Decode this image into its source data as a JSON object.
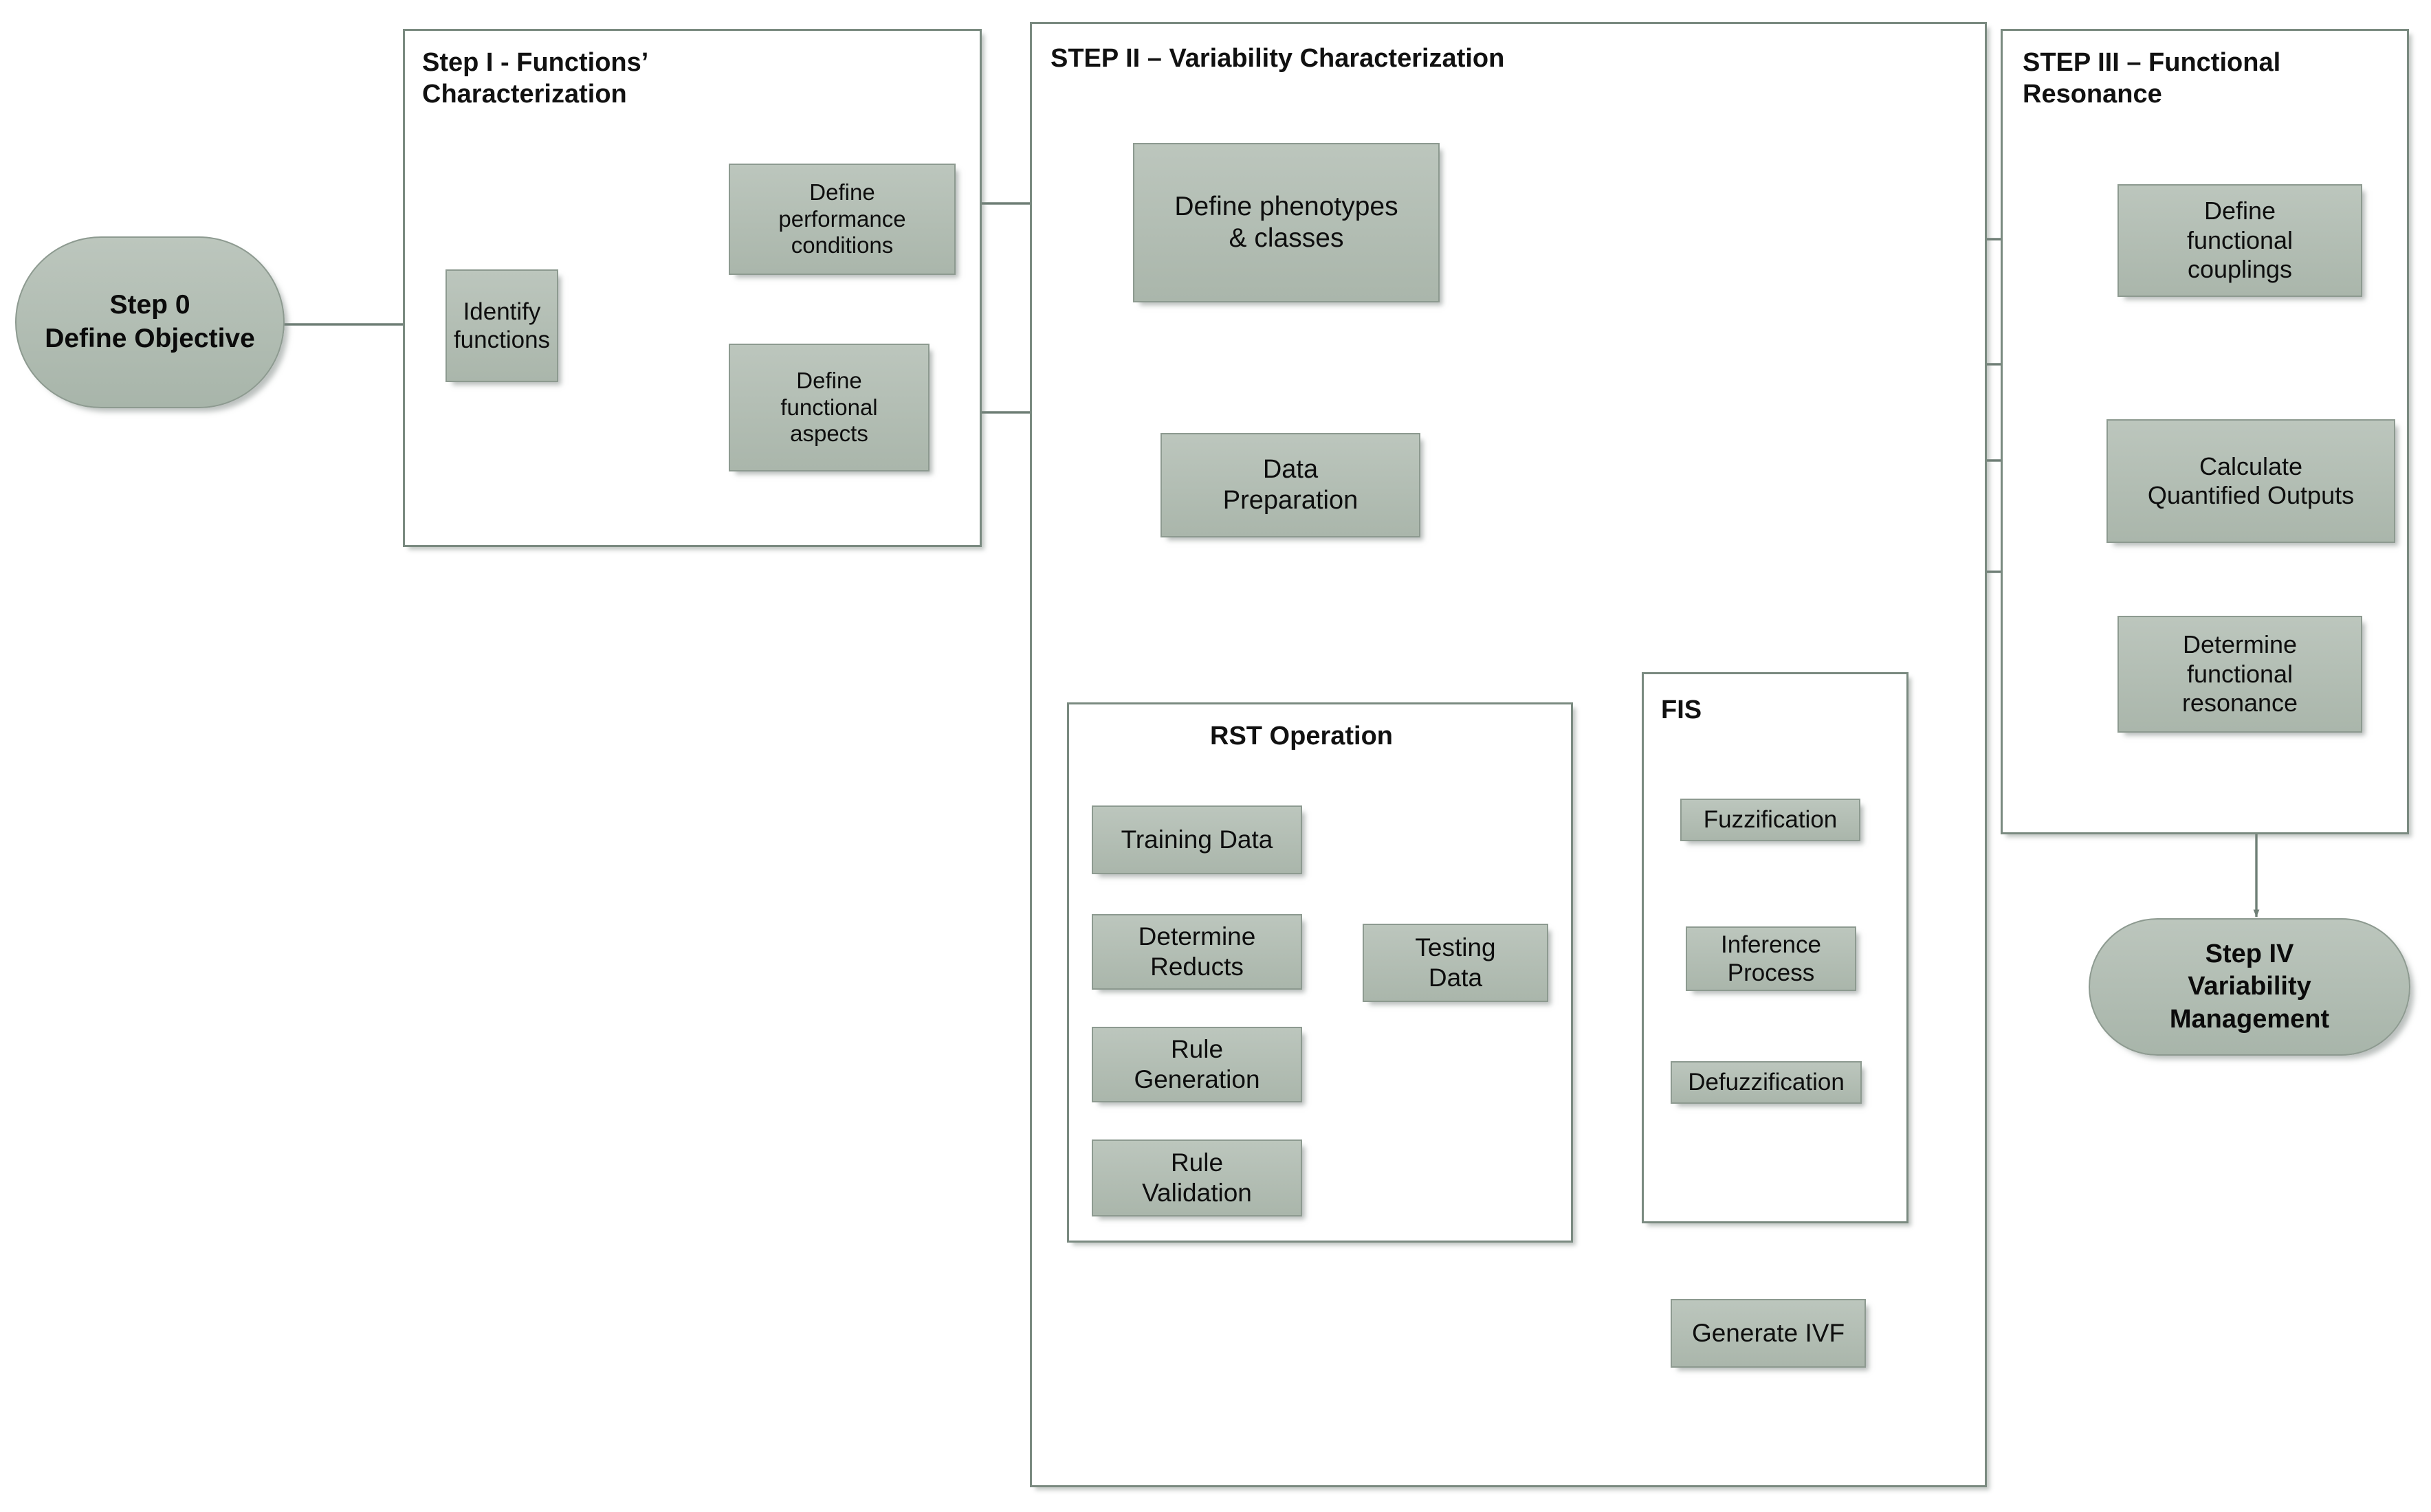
{
  "diagram": {
    "title_present": false,
    "colors": {
      "node_fill_top": "#bcc6bd",
      "node_fill_bottom": "#aab6ab",
      "node_border": "#8d9a90",
      "container_border": "#7a8a80",
      "connector": "#6f7f76",
      "text": "#0e0e0e",
      "background": "#ffffff"
    }
  },
  "groups": [
    {
      "id": "step1",
      "title": "Step I - Functions’\nCharacterization"
    },
    {
      "id": "step2",
      "title": "STEP II – Variability Characterization"
    },
    {
      "id": "step3",
      "title": "STEP III – Functional\nResonance"
    },
    {
      "id": "rst",
      "title": "RST Operation"
    },
    {
      "id": "fis",
      "title": "FIS"
    }
  ],
  "nodes": {
    "step0": "Step 0\nDefine Objective",
    "identify": "Identify\nfunctions",
    "perf_conditions": "Define\nperformance\nconditions",
    "func_aspects": "Define\nfunctional\naspects",
    "phenotypes": "Define phenotypes\n& classes",
    "data_prep": "Data\nPreparation",
    "training": "Training Data",
    "reducts": "Determine\nReducts",
    "rule_gen": "Rule\nGeneration",
    "rule_val": "Rule\nValidation",
    "testing": "Testing\nData",
    "fuzzification": "Fuzzification",
    "inference": "Inference\nProcess",
    "defuzzification": "Defuzzification",
    "generate_ivf": "Generate IVF",
    "couplings": "Define\nfunctional\ncouplings",
    "quantified": "Calculate\nQuantified Outputs",
    "resonance": "Determine\nfunctional\nresonance",
    "step4": "Step IV\nVariability\nManagement"
  },
  "flow": {
    "edges": [
      {
        "from": "step0",
        "to": "identify"
      },
      {
        "from": "identify",
        "to": "perf_conditions"
      },
      {
        "from": "identify",
        "to": "func_aspects"
      },
      {
        "from": "perf_conditions",
        "to": "phenotypes"
      },
      {
        "from": "func_aspects",
        "to": "phenotypes"
      },
      {
        "from": "phenotypes",
        "to": "data_prep"
      },
      {
        "from": "phenotypes",
        "to": "couplings"
      },
      {
        "from": "data_prep",
        "to": "training"
      },
      {
        "from": "data_prep",
        "to": "testing"
      },
      {
        "from": "training",
        "to": "reducts"
      },
      {
        "from": "reducts",
        "to": "rule_gen"
      },
      {
        "from": "rule_gen",
        "to": "rule_val"
      },
      {
        "from": "testing",
        "to": "rule_val"
      },
      {
        "from": "rule_val",
        "to": "fuzzification"
      },
      {
        "from": "fuzzification",
        "to": "inference"
      },
      {
        "from": "inference",
        "to": "defuzzification"
      },
      {
        "from": "defuzzification",
        "to": "generate_ivf"
      },
      {
        "from": "defuzzification",
        "to": "quantified"
      },
      {
        "from": "generate_ivf",
        "to": "fuzzification"
      },
      {
        "from": "couplings",
        "to": "quantified"
      },
      {
        "from": "quantified",
        "to": "resonance"
      },
      {
        "from": "quantified",
        "to": "data_prep"
      },
      {
        "from": "resonance",
        "to": "step4"
      }
    ]
  }
}
